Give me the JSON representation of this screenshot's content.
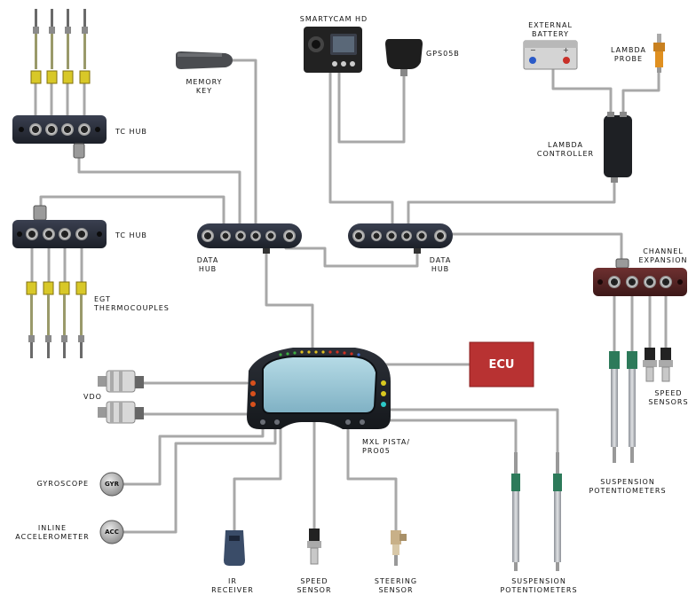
{
  "labels": {
    "smartycam": "SMARTYCAM HD",
    "gps": "GPS05B",
    "external_battery": "EXTERNAL\nBATTERY",
    "lambda_probe": "LAMBDA\nPROBE",
    "memory_key": "MEMORY\nKEY",
    "tc_hub_top": "TC HUB",
    "lambda_controller": "LAMBDA\nCONTROLLER",
    "tc_hub_bottom": "TC HUB",
    "data_hub_left": "DATA\nHUB",
    "data_hub_right": "DATA\nHUB",
    "channel_expansion": "CHANNEL\nEXPANSION",
    "egt": "EGT\nTHERMOCOUPLES",
    "ecu": "ECU",
    "vdo": "VDO",
    "speed_sensors_right": "SPEED\nSENSORS",
    "mxl": "MXL PISTA/\nPRO05",
    "gyroscope": "GYROSCOPE",
    "inline_accelerometer": "INLINE\nACCELEROMETER",
    "suspension_right": "SUSPENSION\nPOTENTIOMETERS",
    "ir_receiver": "IR\nRECEIVER",
    "speed_sensor_bottom": "SPEED\nSENSOR",
    "steering_sensor": "STEERING\nSENSOR",
    "suspension_bottom": "SUSPENSION\nPOTENTIOMETERS"
  },
  "badges": {
    "gyr": "GYR",
    "acc": "ACC"
  },
  "colors": {
    "cable": "#a8a8a8",
    "hub_dark": "#2a2f3a",
    "expansion": "#5a2626",
    "ecu": "#b83232",
    "screen": "#9cc7d6",
    "dash_body": "#1f2329",
    "sensor_green": "#2d7a5a",
    "thermo_yellow": "#d8c828",
    "battery": "#d8d8d8",
    "probe_orange": "#e09020"
  }
}
